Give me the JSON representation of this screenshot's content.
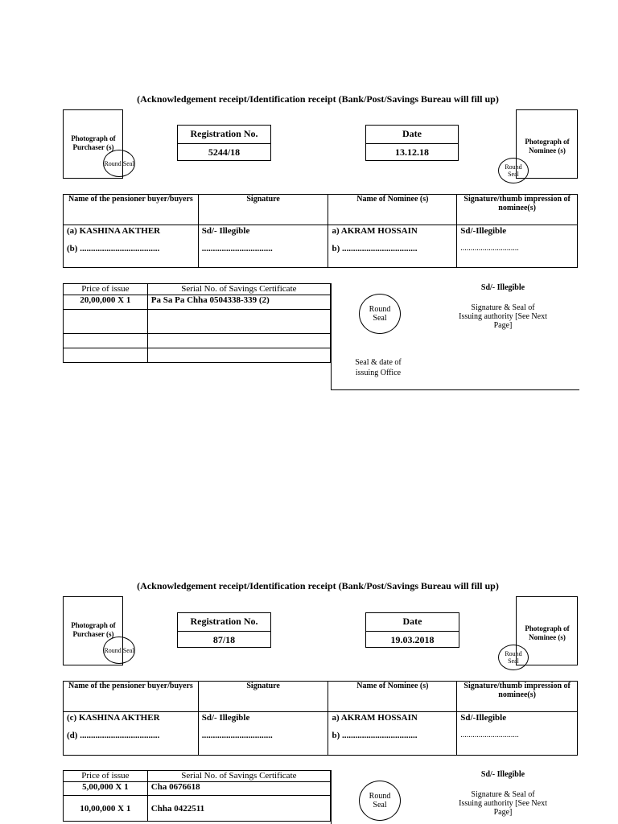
{
  "receipts": [
    {
      "title": "(Acknowledgement receipt/Identification receipt (Bank/Post/Savings Bureau will fill up)",
      "photo_purchaser": "Photograph of Purchaser (s)",
      "photo_nominee": "Photograph of Nominee (s)",
      "round_seal": "Round Seal",
      "registration_label": "Registration No.",
      "registration_value": "5244/18",
      "date_label": "Date",
      "date_value": "13.12.18",
      "table_headers": [
        "Name of the pensioner buyer/buyers",
        "Signature",
        "Name of Nominee (s)",
        "Signature/thumb impression of nominee(s)"
      ],
      "rows": [
        [
          "(a) KASHINA AKTHER",
          "Sd/- Illegible",
          "a) AKRAM HOSSAIN",
          "Sd/-Illegible"
        ],
        [
          "(b) ....................................",
          "................................",
          "b) ..................................",
          "............................."
        ]
      ],
      "price_headers": [
        "Price of issue",
        "Serial No. of Savings Certificate"
      ],
      "price_rows": [
        [
          "20,00,000 X 1",
          "Pa Sa Pa Chha 0504338-339 (2)"
        ],
        [
          "",
          ""
        ],
        [
          "",
          ""
        ],
        [
          "",
          ""
        ]
      ],
      "right_seal": "Round Seal",
      "authority_sign": "Sd/- Illegible",
      "authority_text": "Signature & Seal of Issuing authority [See Next Page]",
      "office_seal": "Seal & date of issuing Office"
    },
    {
      "title": "(Acknowledgement receipt/Identification receipt (Bank/Post/Savings Bureau will fill up)",
      "photo_purchaser": "Photograph of Purchaser (s)",
      "photo_nominee": "Photograph of Nominee (s)",
      "round_seal": "Round Seal",
      "registration_label": "Registration No.",
      "registration_value": "87/18",
      "date_label": "Date",
      "date_value": "19.03.2018",
      "table_headers": [
        "Name of the pensioner buyer/buyers",
        "Signature",
        "Name of Nominee (s)",
        "Signature/thumb impression of nominee(s)"
      ],
      "rows": [
        [
          "(c) KASHINA AKTHER",
          "Sd/- Illegible",
          "a) AKRAM HOSSAIN",
          "Sd/-Illegible"
        ],
        [
          "(d) ....................................",
          "................................",
          "b) ..................................",
          "............................."
        ]
      ],
      "price_headers": [
        "Price of issue",
        "Serial No. of Savings Certificate"
      ],
      "price_rows": [
        [
          "5,00,000 X 1",
          "Cha 0676618"
        ],
        [
          "10,00,000 X 1",
          "Chha 0422511"
        ]
      ],
      "right_seal": "Round Seal",
      "authority_sign": "Sd/- Illegible",
      "authority_text": "Signature & Seal of Issuing authority [See Next Page]"
    }
  ]
}
